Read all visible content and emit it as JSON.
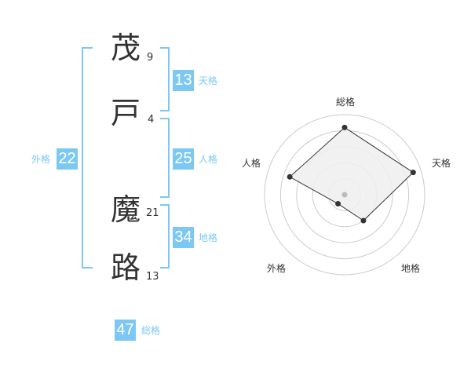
{
  "name": {
    "chars": [
      {
        "char": "茂",
        "strokes": "9"
      },
      {
        "char": "戸",
        "strokes": "4"
      },
      {
        "char": "魔",
        "strokes": "21"
      },
      {
        "char": "路",
        "strokes": "13"
      }
    ]
  },
  "kakusu": {
    "tenkaku": {
      "label": "天格",
      "value": "13"
    },
    "jinkaku": {
      "label": "人格",
      "value": "25"
    },
    "chikaku": {
      "label": "地格",
      "value": "34"
    },
    "gaikaku": {
      "label": "外格",
      "value": "22"
    },
    "soukaku": {
      "label": "総格",
      "value": "47"
    }
  },
  "radar": {
    "axes": [
      "総格",
      "天格",
      "地格",
      "外格",
      "人格"
    ],
    "levels": 5,
    "values": [
      4.2,
      4.5,
      2.0,
      0.7,
      3.6
    ],
    "colors": {
      "fill": "#efefef",
      "stroke": "#333333",
      "grid": "#cccccc",
      "center": "#bbbbbb"
    }
  }
}
